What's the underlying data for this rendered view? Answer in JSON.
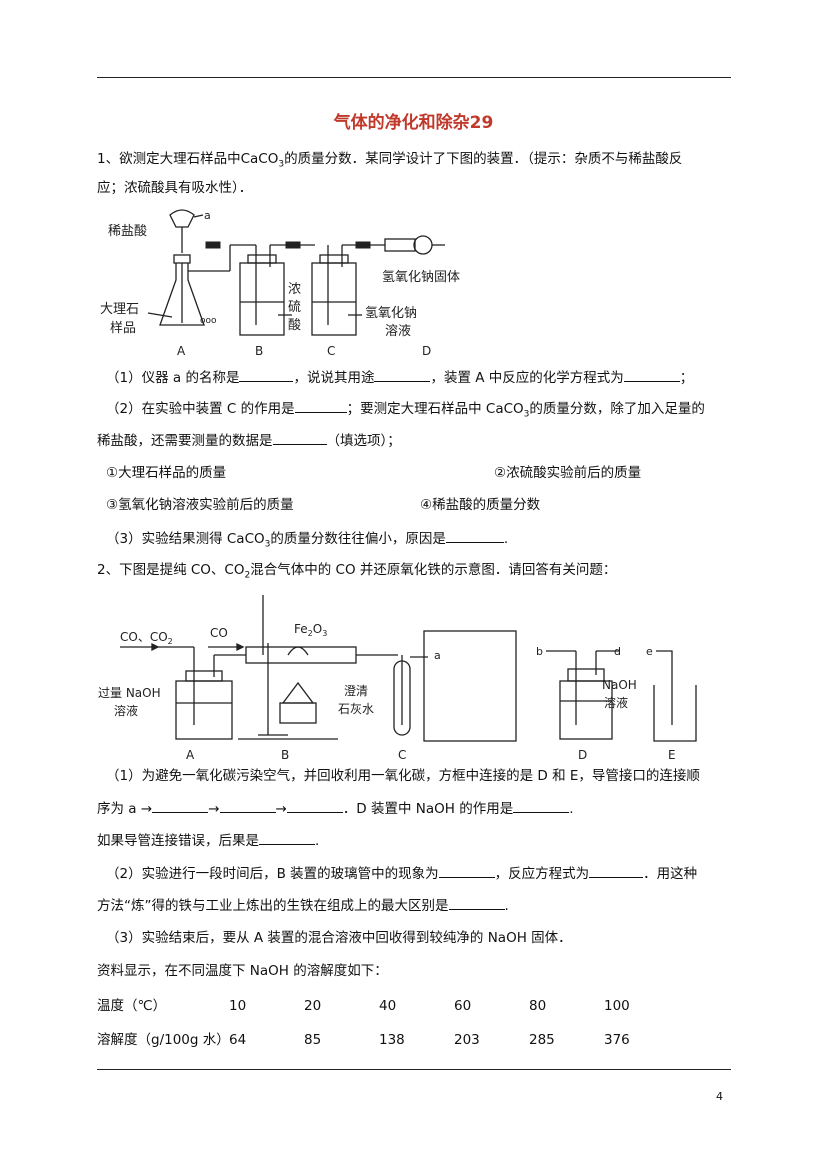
{
  "title": "气体的净化和除杂29",
  "q1": {
    "stem_a": "1、欲测定大理石样品中CaCO",
    "stem_sub": "3",
    "stem_b": "的质量分数．某同学设计了下图的装置．（提示：杂质不与稀盐酸反",
    "stem_c": "应；浓硫酸具有吸水性）．",
    "fig": {
      "acid": "稀盐酸",
      "a": "a",
      "marble1": "大理石",
      "marble2": "样品",
      "h2so4_1": "浓",
      "h2so4_2": "硫",
      "h2so4_3": "酸",
      "naoh_sol1": "氢氧化钠",
      "naoh_sol2": "溶液",
      "naoh_solid": "氢氧化钠固体",
      "labels": [
        "A",
        "B",
        "C",
        "D"
      ]
    },
    "p1_a": "（1）仪器 a 的名称是",
    "p1_b": "，说说其用途",
    "p1_c": "，装置 A 中反应的化学方程式为",
    "p1_d": "；",
    "p2_a": "（2）在实验中装置 C 的作用是",
    "p2_b": "；要测定大理石样品中 CaCO",
    "p2_sub": "3",
    "p2_c": "的质量分数，除了加入足量的",
    "p2_d": "稀盐酸，还需要测量的数据是",
    "p2_e": "（填选项）；",
    "opt1": "①大理石样品的质量",
    "opt2": "②浓硫酸实验前后的质量",
    "opt3": "③氢氧化钠溶液实验前后的质量",
    "opt4": "④稀盐酸的质量分数",
    "p3_a": "（3）实验结果测得 CaCO",
    "p3_sub": "3",
    "p3_b": "的质量分数往往偏小，原因是",
    "p3_c": "."
  },
  "q2": {
    "stem_a": "2、下图是提纯 CO、CO",
    "stem_sub": "2",
    "stem_b": "混合气体中的 CO 并还原氧化铁的示意图．请回答有关问题：",
    "fig": {
      "gas_in": "CO、CO",
      "gas_sub": "2",
      "co": "CO",
      "fe2o3": "Fe",
      "fe_sub1": "2",
      "fe_o": "O",
      "fe_sub2": "3",
      "naoh_a1": "过量 NaOH",
      "naoh_a2": "溶液",
      "lime1": "澄清",
      "lime2": "石灰水",
      "a": "a",
      "b": "b",
      "d": "d",
      "e": "e",
      "naoh_d1": "NaOH",
      "naoh_d2": "溶液",
      "labels": [
        "A",
        "B",
        "C",
        "D",
        "E"
      ]
    },
    "p1_a": "（1）为避免一氧化碳污染空气，并回收利用一氧化碳，方框中连接的是 D 和 E，导管接口的连接顺",
    "p1_b": "序为 a",
    "p1_c": "．D 装置中 NaOH 的作用是",
    "p1_d": ".",
    "p1_e": "如果导管连接错误，后果是",
    "p1_f": ".",
    "p2_a": "（2）实验进行一段时间后，B 装置的玻璃管中的现象为",
    "p2_b": "，反应方程式为",
    "p2_c": "．用这种",
    "p2_d": "方法“炼”得的铁与工业上炼出的生铁在组成上的最大区别是",
    "p2_e": ".",
    "p3_a": "（3）实验结束后，要从 A 装置的混合溶液中回收得到较纯净的 NaOH 固体．",
    "p3_b": "资料显示，在不同温度下 NaOH 的溶解度如下：",
    "table": {
      "row1_label": "温度（℃）",
      "temps": [
        "10",
        "20",
        "40",
        "60",
        "80",
        "100"
      ],
      "row2_label": "溶解度（g/100g 水）",
      "sol": [
        "64",
        "85",
        "138",
        "203",
        "285",
        "376"
      ]
    }
  },
  "page_number": "4"
}
